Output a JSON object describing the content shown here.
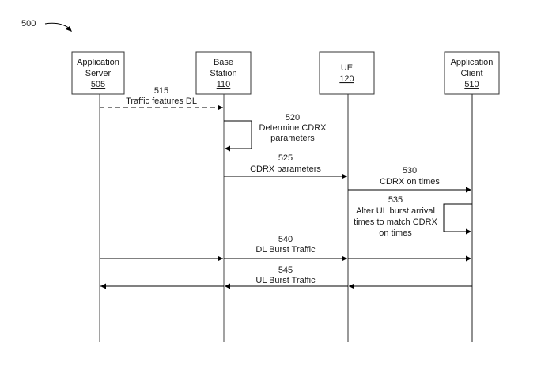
{
  "figure": {
    "ref_label": "500"
  },
  "participants": [
    {
      "id": "server",
      "name_lines": [
        "Application",
        "Server"
      ],
      "ref": "505"
    },
    {
      "id": "bs",
      "name_lines": [
        "Base",
        "Station"
      ],
      "ref": "110"
    },
    {
      "id": "ue",
      "name_lines": [
        "UE"
      ],
      "ref": "120"
    },
    {
      "id": "client",
      "name_lines": [
        "Application",
        "Client"
      ],
      "ref": "510"
    }
  ],
  "messages": [
    {
      "ref": "515",
      "label_lines": [
        "Traffic features DL"
      ],
      "from": "server",
      "to": "bs",
      "style": "dashed"
    },
    {
      "ref": "520",
      "label_lines": [
        "Determine CDRX",
        "parameters"
      ],
      "from": "bs",
      "to": "bs",
      "style": "self-right"
    },
    {
      "ref": "525",
      "label_lines": [
        "CDRX parameters"
      ],
      "from": "bs",
      "to": "ue",
      "style": "solid"
    },
    {
      "ref": "530",
      "label_lines": [
        "CDRX on times"
      ],
      "from": "ue",
      "to": "client",
      "style": "solid"
    },
    {
      "ref": "535",
      "label_lines": [
        "Alter UL burst arrival",
        "times to match CDRX",
        "on times"
      ],
      "from": "client",
      "to": "client",
      "style": "self-left"
    },
    {
      "ref": "540",
      "label_lines": [
        "DL Burst Traffic"
      ],
      "from": "server",
      "to": "client",
      "style": "solid-chain"
    },
    {
      "ref": "545",
      "label_lines": [
        "UL Burst Traffic"
      ],
      "from": "client",
      "to": "server",
      "style": "solid-chain"
    }
  ]
}
